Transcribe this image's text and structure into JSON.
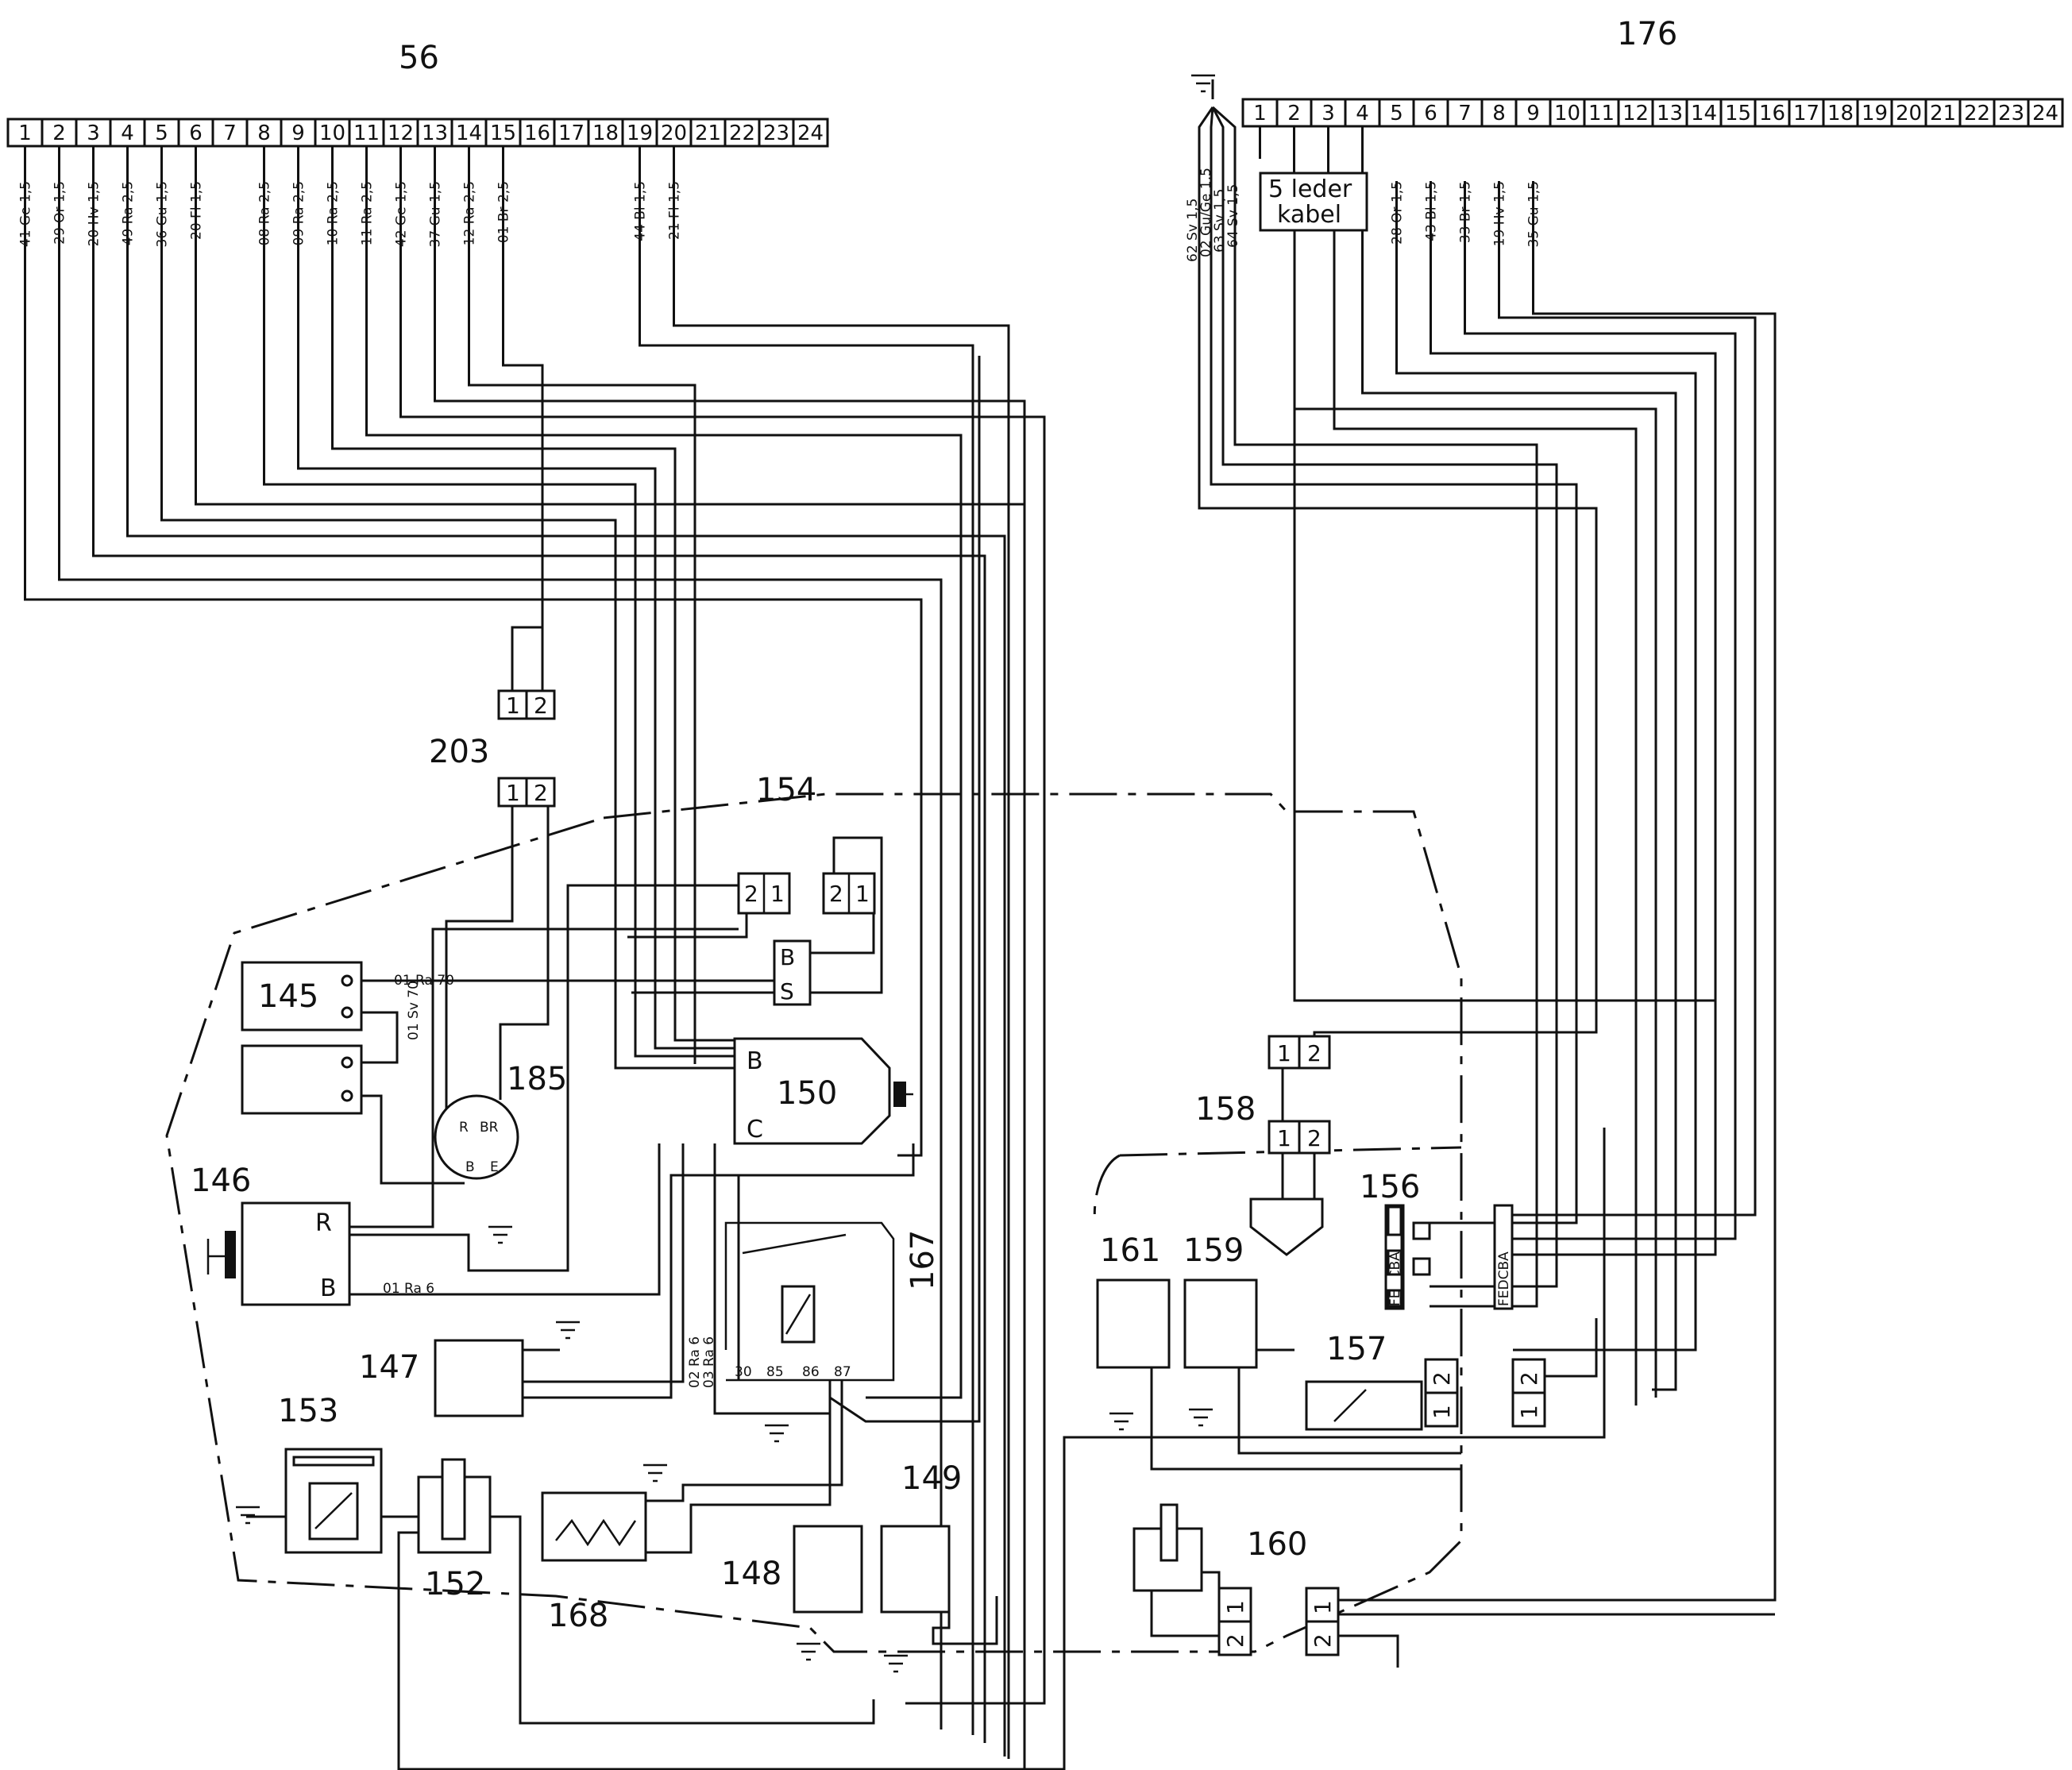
{
  "connector_56": {
    "label": "56",
    "pins": [
      "1",
      "2",
      "3",
      "4",
      "5",
      "6",
      "7",
      "8",
      "9",
      "10",
      "11",
      "12",
      "13",
      "14",
      "15",
      "16",
      "17",
      "18",
      "19",
      "20",
      "21",
      "22",
      "23",
      "24"
    ],
    "wires": [
      {
        "pin": "1",
        "label": "41 Ge 1,5"
      },
      {
        "pin": "2",
        "label": "29 Or 1,5"
      },
      {
        "pin": "3",
        "label": "20 Hv 1,5"
      },
      {
        "pin": "4",
        "label": "49 Ra 2,5"
      },
      {
        "pin": "5",
        "label": "36 Gu 1,5"
      },
      {
        "pin": "6",
        "label": "20 Fl 1,5"
      },
      {
        "pin": "8",
        "label": "08 Ra 2,5"
      },
      {
        "pin": "9",
        "label": "09 Ra 2,5"
      },
      {
        "pin": "10",
        "label": "10 Ra 2,5"
      },
      {
        "pin": "11",
        "label": "11 Ra 2,5"
      },
      {
        "pin": "12",
        "label": "42 Ge 1,5"
      },
      {
        "pin": "13",
        "label": "37 Gu 1,5"
      },
      {
        "pin": "14",
        "label": "12 Ra 2,5"
      },
      {
        "pin": "15",
        "label": "01 Br 2,5"
      },
      {
        "pin": "19",
        "label": "44 Bl 1,5"
      },
      {
        "pin": "20",
        "label": "21 Fl 1,5"
      }
    ]
  },
  "connector_176": {
    "label": "176",
    "pins": [
      "1",
      "2",
      "3",
      "4",
      "5",
      "6",
      "7",
      "8",
      "9",
      "10",
      "11",
      "12",
      "13",
      "14",
      "15",
      "16",
      "17",
      "18",
      "19",
      "20",
      "21",
      "22",
      "23",
      "24"
    ],
    "ground_wires": [
      "62 Sv 1,5",
      "02 Gu/Ge 1,5",
      "63 Sv 1,5",
      "64 Sv 1,5"
    ],
    "cable_label_1": "5 leder",
    "cable_label_2": "kabel",
    "wires": [
      {
        "pin": "5",
        "label": "28 Or 1,5"
      },
      {
        "pin": "6",
        "label": "43 Bl 1,5"
      },
      {
        "pin": "7",
        "label": "33 Br 1,5"
      },
      {
        "pin": "8",
        "label": "19 Hv 1,5"
      },
      {
        "pin": "9",
        "label": "35 Gu 1,5"
      }
    ]
  },
  "components": {
    "145": "145",
    "146": "146",
    "147": "147",
    "148": "148",
    "149": "149",
    "150": "150",
    "152": "152",
    "153": "153",
    "154": "154",
    "156": "156",
    "157": "157",
    "158": "158",
    "159": "159",
    "160": "160",
    "161": "161",
    "167": "167",
    "168": "168",
    "185": "185",
    "203": "203"
  },
  "wire_labels": {
    "w145_top": "01 Ra 70",
    "w145_sv": "01 Sv 70",
    "w146_b": "01 Ra 6",
    "w167_a": "02 Ra 6",
    "w167_b": "03 Ra 6"
  },
  "terminals": {
    "t150_b": "B",
    "t150_c": "C",
    "t146_r": "R",
    "t146_b": "B",
    "t185_r": "R",
    "t185_br": "BR",
    "t185_b": "B",
    "t185_e": "E",
    "sb_s": "S",
    "sb_b": "B",
    "relay_30": "30",
    "relay_85": "85",
    "relay_86": "86",
    "relay_87": "87",
    "pin_1": "1",
    "pin_2": "2",
    "valve_left": "FEDCBA",
    "valve_right": "FEDCBA"
  }
}
